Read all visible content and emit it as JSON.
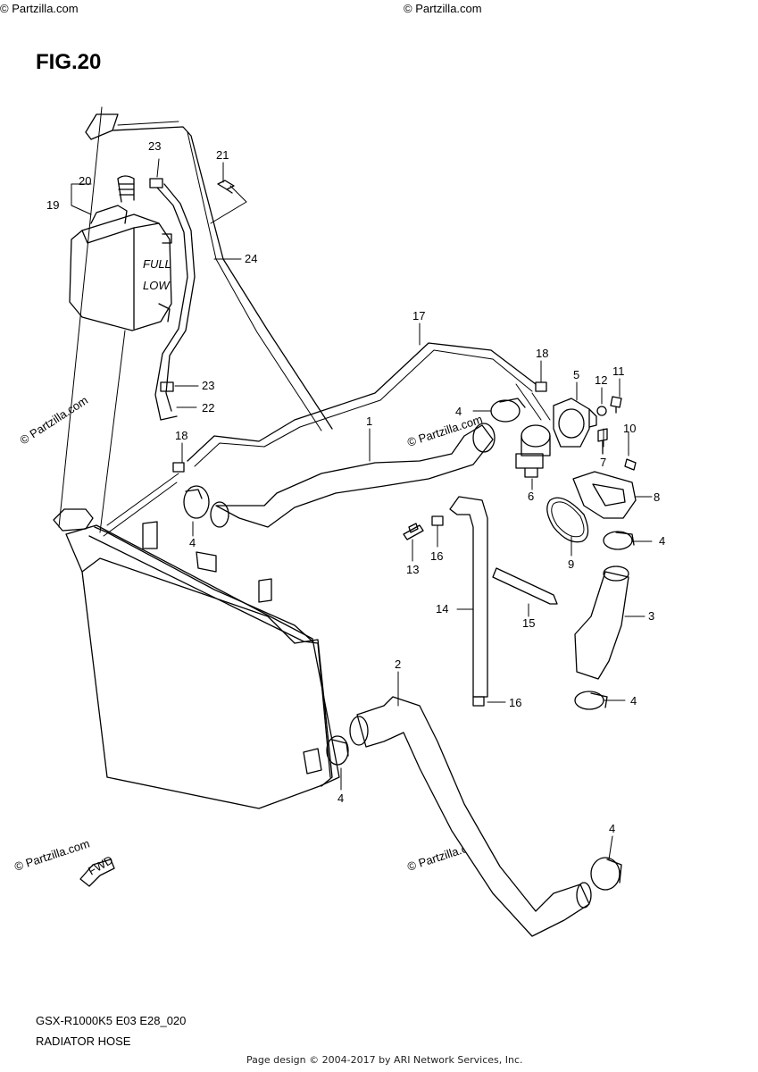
{
  "figure": {
    "title": "FIG.20",
    "model_code": "GSX-R1000K5 E03 E28_020",
    "section_name": "RADIATOR HOSE",
    "footer": "Page design © 2004-2017 by ARI Network Services, Inc."
  },
  "watermarks": {
    "main": "© Partzilla.com",
    "short": "© Partzilla.com"
  },
  "tank_labels": {
    "full": "FULL",
    "low": "LOW"
  },
  "fwd_label": "FWD",
  "callouts": {
    "c1": "1",
    "c2": "2",
    "c3": "3",
    "c4a": "4",
    "c4b": "4",
    "c4c": "4",
    "c4d": "4",
    "c4e": "4",
    "c4f": "4",
    "c5": "5",
    "c6": "6",
    "c7": "7",
    "c8": "8",
    "c9": "9",
    "c10": "10",
    "c11": "11",
    "c12": "12",
    "c13": "13",
    "c14": "14",
    "c15": "15",
    "c16a": "16",
    "c16b": "16",
    "c17": "17",
    "c18a": "18",
    "c18b": "18",
    "c19": "19",
    "c20": "20",
    "c21": "21",
    "c22": "22",
    "c23a": "23",
    "c23b": "23",
    "c24": "24"
  }
}
